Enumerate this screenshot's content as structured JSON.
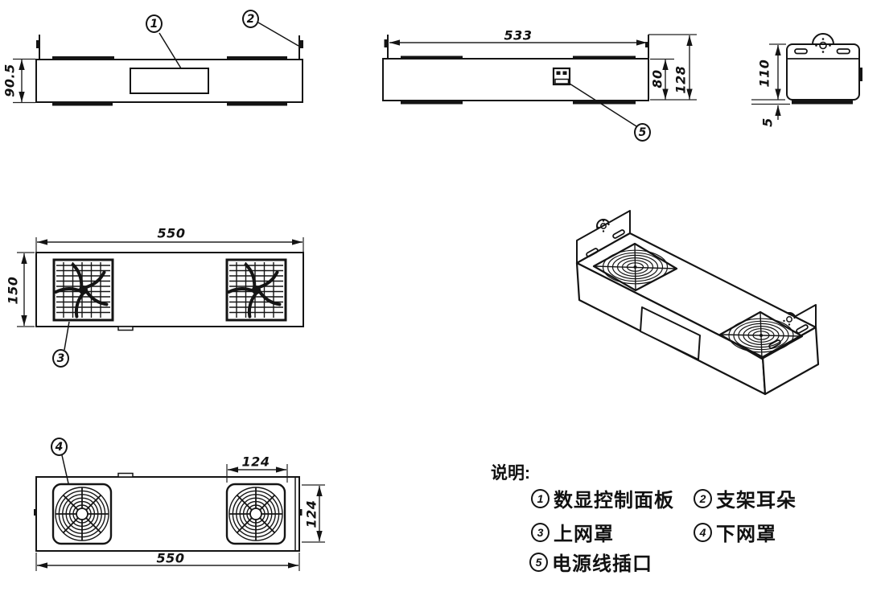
{
  "legend": {
    "title": "说明:",
    "items": [
      {
        "num": "1",
        "label": "数显控制面板"
      },
      {
        "num": "2",
        "label": "支架耳朵"
      },
      {
        "num": "3",
        "label": "上网罩"
      },
      {
        "num": "4",
        "label": "下网罩"
      },
      {
        "num": "5",
        "label": "电源线插口"
      }
    ]
  },
  "dims": {
    "front_height": "90.5",
    "rear_width": "533",
    "rear_body_height": "80",
    "rear_total_height": "128",
    "side_height": "110",
    "side_bottom_offset": "5",
    "top_width": "550",
    "top_depth": "150",
    "bottom_fan_width": "124",
    "bottom_fan_height": "124",
    "bottom_width": "550"
  }
}
